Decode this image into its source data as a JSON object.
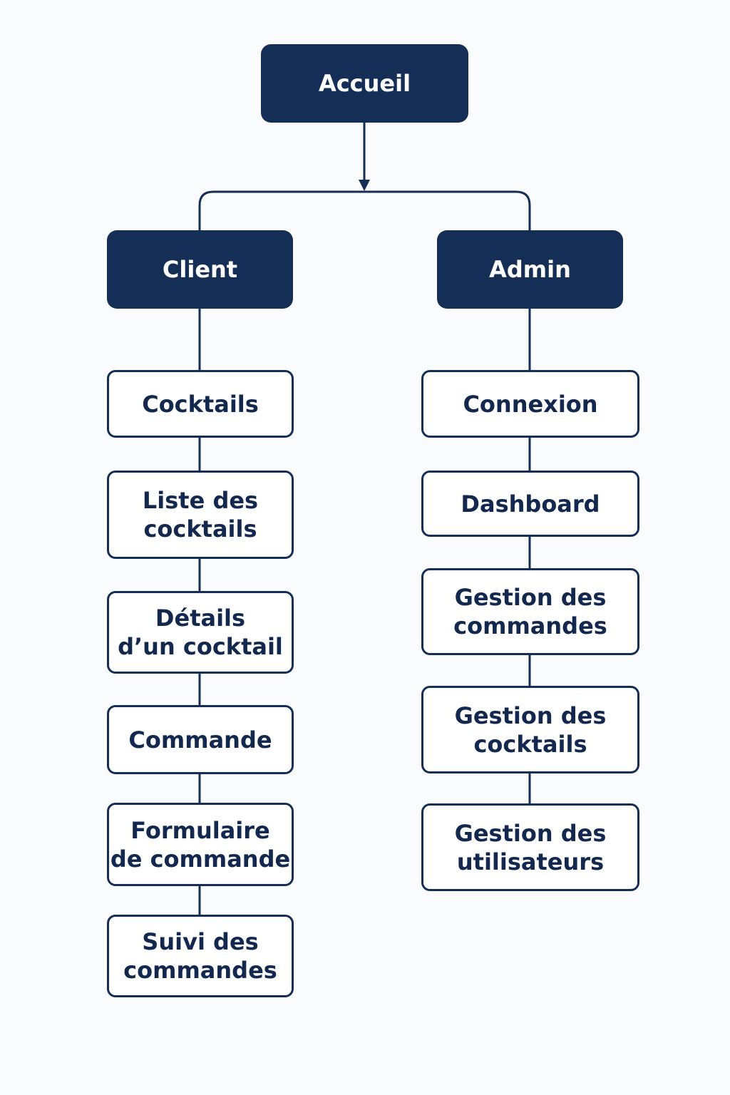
{
  "root": {
    "label": "Accueil"
  },
  "branches": [
    {
      "label": "Client",
      "items": [
        "Cocktails",
        "Liste des\ncocktails",
        "Détails\nd’un cocktail",
        "Commande",
        "Formulaire\nde commande",
        "Suivi des\ncommandes"
      ]
    },
    {
      "label": "Admin",
      "items": [
        "Connexion",
        "Dashboard",
        "Gestion des\ncommandes",
        "Gestion des\ncocktails",
        "Gestion des\nutilisateurs"
      ]
    }
  ],
  "colors": {
    "dark_node": "#142e55",
    "line": "#142e55",
    "text_dark": "#13284e"
  }
}
